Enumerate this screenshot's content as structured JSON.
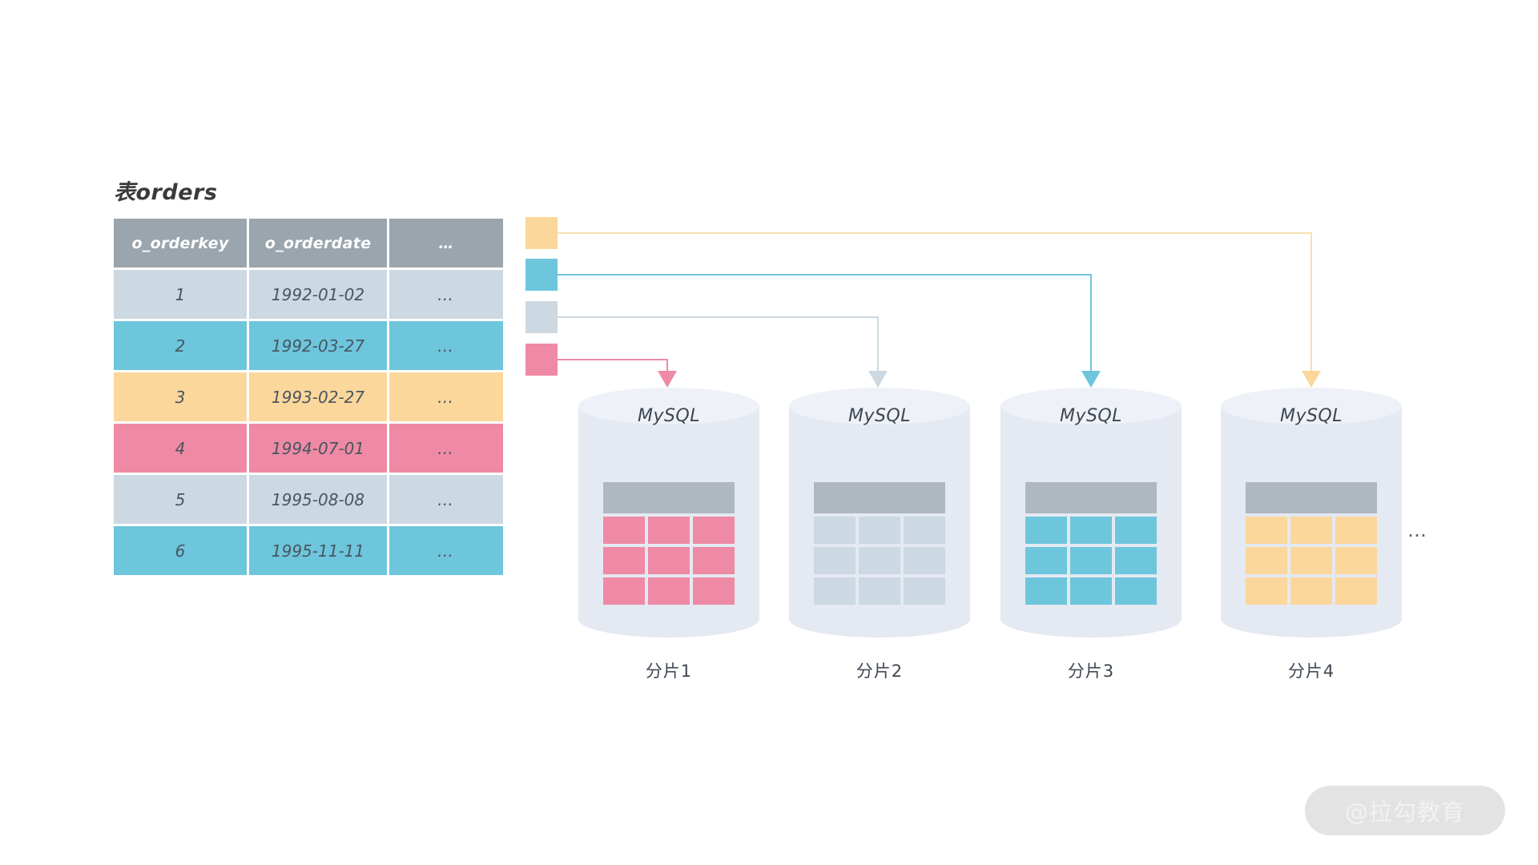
{
  "source_table": {
    "title": "表orders",
    "columns": [
      "o_orderkey",
      "o_orderdate",
      "…"
    ],
    "rows": [
      {
        "o_orderkey": "1",
        "o_orderdate": "1992-01-02",
        "more": "…",
        "color": "#ccd8e2"
      },
      {
        "o_orderkey": "2",
        "o_orderdate": "1992-03-27",
        "more": "…",
        "color": "#6dc6dc"
      },
      {
        "o_orderkey": "3",
        "o_orderdate": "1993-02-27",
        "more": "…",
        "color": "#fbd79b"
      },
      {
        "o_orderkey": "4",
        "o_orderdate": "1994-07-01",
        "more": "…",
        "color": "#ee8aa5"
      },
      {
        "o_orderkey": "5",
        "o_orderdate": "1995-08-08",
        "more": "…",
        "color": "#ccd8e2"
      },
      {
        "o_orderkey": "6",
        "o_orderdate": "1995-11-11",
        "more": "…",
        "color": "#6dc6dc"
      }
    ],
    "header_color": "#9aa5ad"
  },
  "legend_swatches": [
    {
      "name": "yellow",
      "color": "#fbd79b",
      "target_shard": 4
    },
    {
      "name": "cyan",
      "color": "#6dc6dc",
      "target_shard": 3
    },
    {
      "name": "gray",
      "color": "#ccd8e2",
      "target_shard": 2
    },
    {
      "name": "pink",
      "color": "#ee8aa5",
      "target_shard": 1
    }
  ],
  "shards": [
    {
      "label": "分片1",
      "db_name": "MySQL",
      "cell_color": "#ee8aa5",
      "header_color": "#b0b8bf"
    },
    {
      "label": "分片2",
      "db_name": "MySQL",
      "cell_color": "#ccd8e2",
      "header_color": "#b0b8bf"
    },
    {
      "label": "分片3",
      "db_name": "MySQL",
      "cell_color": "#6dc6dc",
      "header_color": "#b0b8bf"
    },
    {
      "label": "分片4",
      "db_name": "MySQL",
      "cell_color": "#fbd79b",
      "header_color": "#b0b8bf"
    }
  ],
  "trailing_ellipsis": "…",
  "watermark": {
    "text": "@拉勾教育"
  },
  "colors": {
    "background": "#ffffff",
    "cylinder_body": "#e4e9f2",
    "cylinder_top": "#eef1f8",
    "text_dark": "#3f4750"
  }
}
